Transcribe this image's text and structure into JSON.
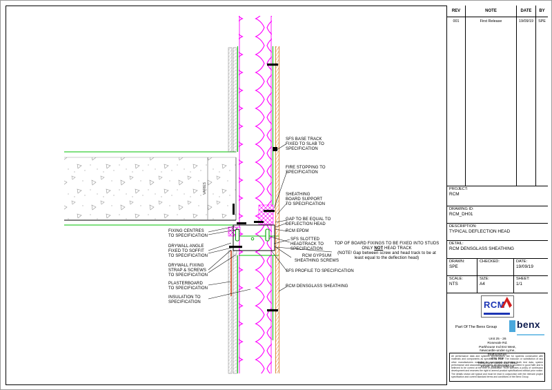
{
  "colors": {
    "insulation": "#ff00ff",
    "stud_green": "#00c000",
    "sheathing_tan": "#d87f30",
    "accent_red": "#d21f1f",
    "brand_blue": "#1c35b4",
    "benx_navy": "#0d1b4d",
    "benx_blue": "#4aa8dc"
  },
  "revision_table": {
    "headers": [
      "REV",
      "NOTE",
      "DATE",
      "BY"
    ],
    "row": {
      "rev": "001",
      "note": "First Release",
      "date": "19/09/19",
      "by": "SPE"
    }
  },
  "title_block": {
    "project_label": "PROJECT:",
    "project": "RCM",
    "drawing_id_label": "DRAWING ID:",
    "drawing_id": "RCM_DH01",
    "description_label": "DESCRIPTION:",
    "description": "TYPICAL DEFLECTION HEAD",
    "detail_label": "DETAIL:",
    "detail": "RCM DENSGLASS SHEATHING",
    "drawn_label": "DRAWN:",
    "drawn": "SPE",
    "checked_label": "CHECKED:",
    "checked": "",
    "date_label": "DATE:",
    "date": "19/09/19",
    "scale_label": "SCALE:",
    "scale": "NTS",
    "size_label": "SIZE:",
    "size": "A4",
    "sheet_label": "SHEET:",
    "sheet": "1/1"
  },
  "branding": {
    "rcm_logo_text": "RCM",
    "group_text": "Part Of The Benx Group",
    "benx_logo_text": "benx",
    "address_lines": {
      "0": "Unit 25 - 26",
      "1": "Rosevale Rd.",
      "2": "Parkhouse Ind Est West,",
      "3": "Newcastle-under-Lyme,",
      "4": "Staffordshire,",
      "5": "ST5 7EF",
      "6": "Telephone: 0800 612 4662",
      "7": "Email: info@rcmltd.biz"
    },
    "disclaimer": "All performance data and systems specifications are for systems constructed with materials and components as specified by RCM. The inclusion or substitution of any other manufacturers materials or components invalidates both test data, system performance and associated warranties. All information is provided in good faith and is believed to be correct at the time of publication. RCM operates a policy of continuous development and reserves the right to amend product specifications without prior notice. The details shown are typical and must be read in conjunction with the relevant project specification and current standard terms and conditions of the Benx Group."
  },
  "annotations": {
    "varies": "VARIES",
    "right": {
      "base_track": "SFS BASE TRACK FIXED TO SLAB TO SPECIFICATION",
      "fire_stopping": "FIRE STOPPING TO SPECIFICATION",
      "sheathing_support": "SHEATHING BOARD SUPPORT TO SPECIFICATION",
      "gap": "GAP TO BE EQUAL TO DEFLECTION HEAD",
      "epdm": "RCM EPDM",
      "slotted_headtrack": "SFS SLOTTED HEADTRACK TO SPECIFICATION",
      "gypsum_screws": "RCM GYPSUM SHEATHING SCREWS",
      "sfs_profile": "SFS PROFILE TO SPECIFICATION",
      "densglass": "RCM DENSGLASS SHEATHING"
    },
    "left": {
      "fixing_centres": "FIXING CENTRES TO SPECIFICATION",
      "drywall_angle": "DRYWALL ANGLE FIXED TO SOFFIT TO SPECIFICATION",
      "drywall_strap": "DRYWALL FIXING STRAP & SCREWS TO SPECIFICATION",
      "plasterboard": "PLASTERBOARD TO SPECIFICATION",
      "insulation": "INSULATION TO SPECIFICATION"
    },
    "note": {
      "line1_pre": "TOP OF BOARD FIXINGS TO BE FIXED INTO STUDS ONLY ",
      "not_word": "NOT",
      "line1_post": " HEAD TRACK",
      "line2": "(NOTE! Gap between screw and head track to be at least equal to the deflection head)"
    }
  }
}
